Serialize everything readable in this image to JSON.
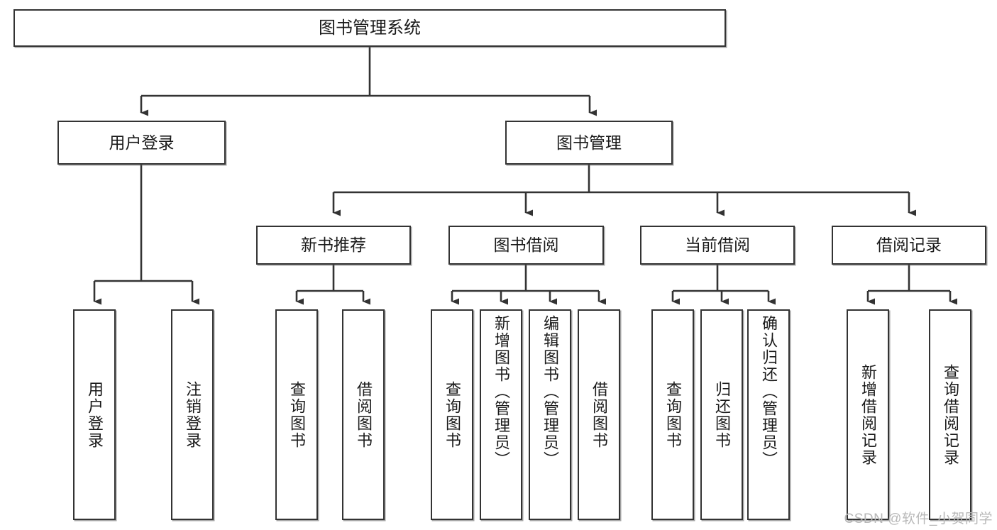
{
  "diagram": {
    "title": "图书管理系统",
    "type": "tree-hierarchy-chart",
    "watermark": "CSDN @软件_小贺同学",
    "colors": {
      "stroke": "#333333",
      "fill": "#ffffff",
      "text": "#1a1a1a",
      "watermark": "#b8b8b8"
    },
    "nodes": {
      "root": {
        "label": "图书管理系统"
      },
      "level2": [
        {
          "label": "用户登录"
        },
        {
          "label": "图书管理"
        }
      ],
      "level3": [
        {
          "label": "新书推荐"
        },
        {
          "label": "图书借阅"
        },
        {
          "label": "当前借阅"
        },
        {
          "label": "借阅记录"
        }
      ],
      "leaves": {
        "user_login": [
          {
            "label": "用户登录"
          },
          {
            "label": "注销登录"
          }
        ],
        "new_book_recommend": [
          {
            "label": "查询图书"
          },
          {
            "label": "借阅图书"
          }
        ],
        "book_borrow": [
          {
            "label": "查询图书"
          },
          {
            "label": "新增图书（管理员）"
          },
          {
            "label": "编辑图书（管理员）"
          },
          {
            "label": "借阅图书"
          }
        ],
        "current_borrow": [
          {
            "label": "查询图书"
          },
          {
            "label": "归还图书"
          },
          {
            "label": "确认归还（管理员）"
          }
        ],
        "borrow_records": [
          {
            "label": "新增借阅记录"
          },
          {
            "label": "查询借阅记录"
          }
        ]
      }
    }
  }
}
